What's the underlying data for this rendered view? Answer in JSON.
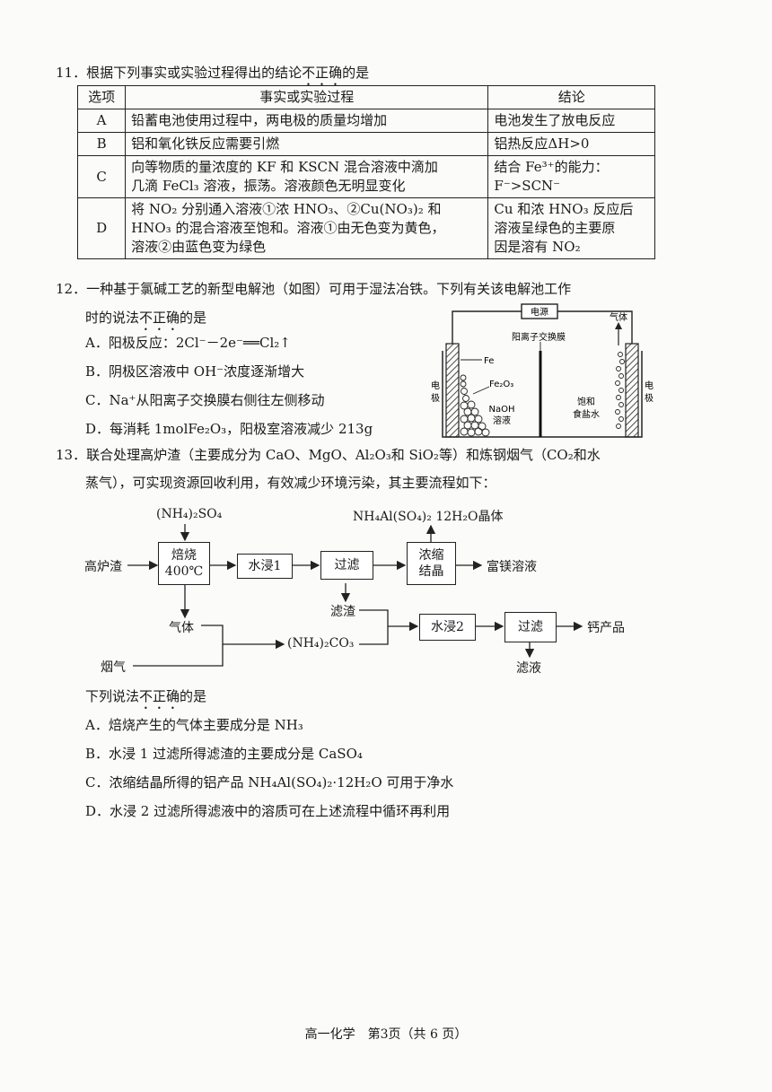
{
  "q11": {
    "stem_prefix": "11．根据下列事实或实验过程得出的结论",
    "stem_emph": "不正确",
    "stem_suffix": "的是",
    "headers": [
      "选项",
      "事实或实验过程",
      "结论"
    ],
    "rows": [
      {
        "opt": "A",
        "fact": [
          "铅蓄电池使用过程中，两电极的质量均增加"
        ],
        "conc": [
          "电池发生了放电反应"
        ]
      },
      {
        "opt": "B",
        "fact": [
          "铝和氧化铁反应需要引燃"
        ],
        "conc": [
          "铝热反应ΔH>0"
        ]
      },
      {
        "opt": "C",
        "fact": [
          "向等物质的量浓度的 KF 和 KSCN 混合溶液中滴加",
          "几滴 FeCl₃ 溶液，振荡。溶液颜色无明显变化"
        ],
        "conc": [
          "结合 Fe³⁺的能力：",
          "F⁻>SCN⁻"
        ]
      },
      {
        "opt": "D",
        "fact": [
          "将 NO₂ 分别通入溶液①浓 HNO₃、②Cu(NO₃)₂ 和",
          "HNO₃ 的混合溶液至饱和。溶液①由无色变为黄色，",
          "溶液②由蓝色变为绿色"
        ],
        "conc": [
          "Cu 和浓 HNO₃ 反应后",
          "溶液呈绿色的主要原",
          "因是溶有 NO₂"
        ]
      }
    ]
  },
  "q12": {
    "stem_line1": "12．一种基于氯碱工艺的新型电解池（如图）可用于湿法冶铁。下列有关该电解池工作",
    "stem_line2_prefix": "时的说法",
    "stem_emph": "不正确",
    "stem_line2_suffix": "的是",
    "options": [
      "A．阳极反应：2Cl⁻－2e⁻══Cl₂↑",
      "B．阴极区溶液中 OH⁻浓度逐渐增大",
      "C．Na⁺从阳离子交换膜右侧往左侧移动",
      "D．每消耗 1molFe₂O₃，阳极室溶液减少 213g"
    ],
    "diagram": {
      "power": "电源",
      "membrane": "阳离子交换膜",
      "gas": "气体",
      "fe": "Fe",
      "fe2o3": "Fe₂O₃",
      "naoh_1": "NaOH",
      "naoh_2": "溶液",
      "brine_1": "饱和",
      "brine_2": "食盐水",
      "electrode_1": "电",
      "electrode_2": "极"
    }
  },
  "q13": {
    "stem_line1": "13．联合处理高炉渣（主要成分为 CaO、MgO、Al₂O₃和 SiO₂等）和炼钢烟气（CO₂和水",
    "stem_line2": "蒸气），可实现资源回收利用，有效减少环境污染，其主要流程如下：",
    "flow": {
      "reagent": "(NH₄)₂SO₄",
      "product_top": "NH₄Al(SO₄)₂ 12H₂O晶体",
      "input": "高炉渣",
      "roast_1": "焙烧",
      "roast_2": "400℃",
      "leach1": "水浸1",
      "filter1": "过滤",
      "conc_1": "浓缩",
      "conc_2": "结晶",
      "mg_solution": "富镁溶液",
      "residue": "滤渣",
      "gas": "气体",
      "carbonate": "(NH₄)₂CO₃",
      "flue": "烟气",
      "leach2": "水浸2",
      "filter2": "过滤",
      "ca_product": "钙产品",
      "filtrate": "滤液"
    },
    "stem_q_prefix": "下列说法",
    "stem_emph": "不正确",
    "stem_q_suffix": "的是",
    "options": [
      "A．焙烧产生的气体主要成分是 NH₃",
      "B．水浸 1 过滤所得滤渣的主要成分是 CaSO₄",
      "C．浓缩结晶所得的铝产品 NH₄Al(SO₄)₂·12H₂O 可用于净水",
      "D．水浸 2 过滤所得滤液中的溶质可在上述流程中循环再利用"
    ]
  },
  "footer": "高一化学　第3页（共 6 页）"
}
